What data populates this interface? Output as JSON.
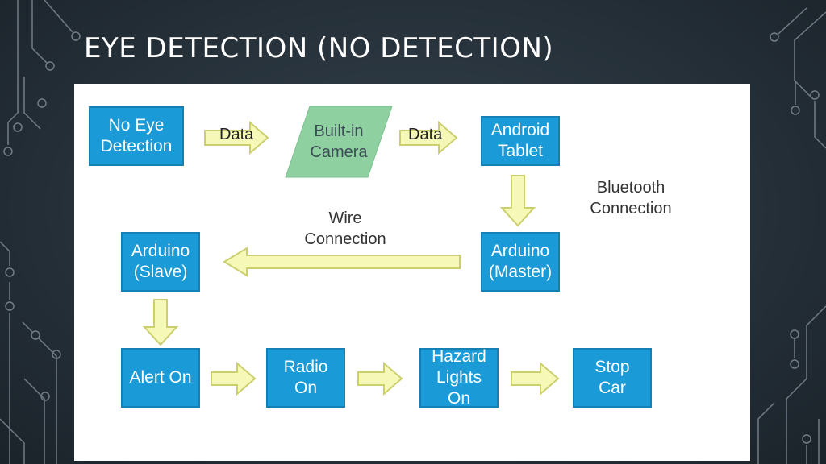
{
  "slide": {
    "title": "EYE DETECTION (NO DETECTION)"
  },
  "diagram": {
    "nodes": {
      "no_eye_detection": "No Eye\nDetection",
      "built_in_camera": "Built-in\nCamera",
      "android_tablet": "Android\nTablet",
      "arduino_master": "Arduino\n(Master)",
      "arduino_slave": "Arduino\n(Slave)",
      "alert_on": "Alert On",
      "radio_on": "Radio\nOn",
      "hazard_lights_on": "Hazard\nLights\nOn",
      "stop_car": "Stop\nCar"
    },
    "edge_labels": {
      "data_1": "Data",
      "data_2": "Data",
      "bluetooth": "Bluetooth\nConnection",
      "wire": "Wire\nConnection"
    },
    "colors": {
      "process_box": "#1a9ad6",
      "camera_shape": "#8fd0a0",
      "arrow_fill": "#f6f8b8",
      "panel": "#ffffff"
    }
  }
}
